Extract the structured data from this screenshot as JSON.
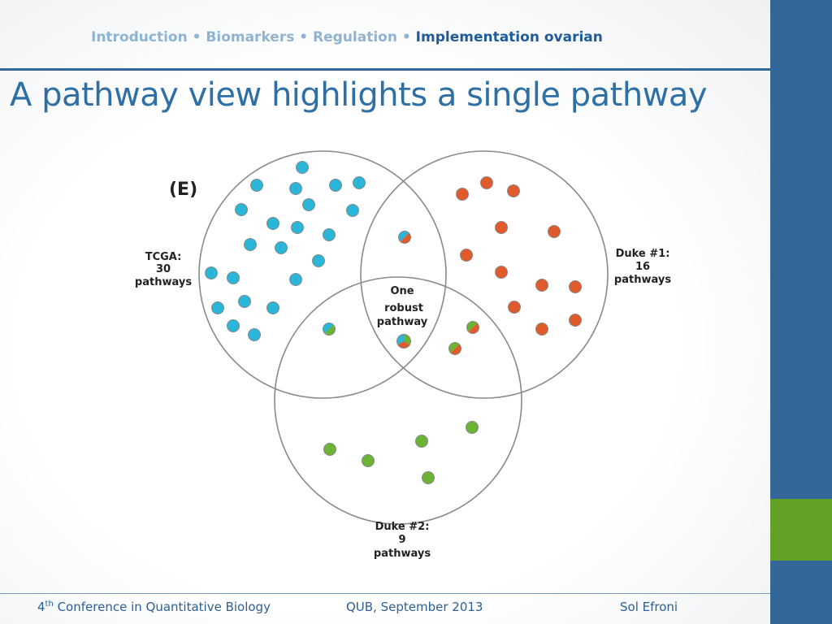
{
  "nav": {
    "items": [
      "Introduction",
      "Biomarkers",
      "Regulation"
    ],
    "separator": " • ",
    "current": "Implementation ovarian"
  },
  "title": "A pathway view highlights a single pathway",
  "diagram": {
    "panel_label": "(E)",
    "sets": [
      {
        "name": "TCGA:",
        "count": "30",
        "unit": "pathways",
        "color": "#29b6d8"
      },
      {
        "name": "Duke #1:",
        "count": "16",
        "unit": "pathways",
        "color": "#e05a2b"
      },
      {
        "name": "Duke #2:",
        "count": "9",
        "unit": "pathways",
        "color": "#6ab335"
      }
    ],
    "center_label": [
      "One",
      "robust",
      "pathway"
    ]
  },
  "footer": {
    "conference_number": "4",
    "conference_sup": "th",
    "conference_rest": " Conference in Quantitative Biology",
    "venue": "QUB, September 2013",
    "author": "Sol Efroni"
  },
  "colors": {
    "sidebar": "#336699",
    "accent": "#62a125",
    "title": "#2e6fa6"
  }
}
